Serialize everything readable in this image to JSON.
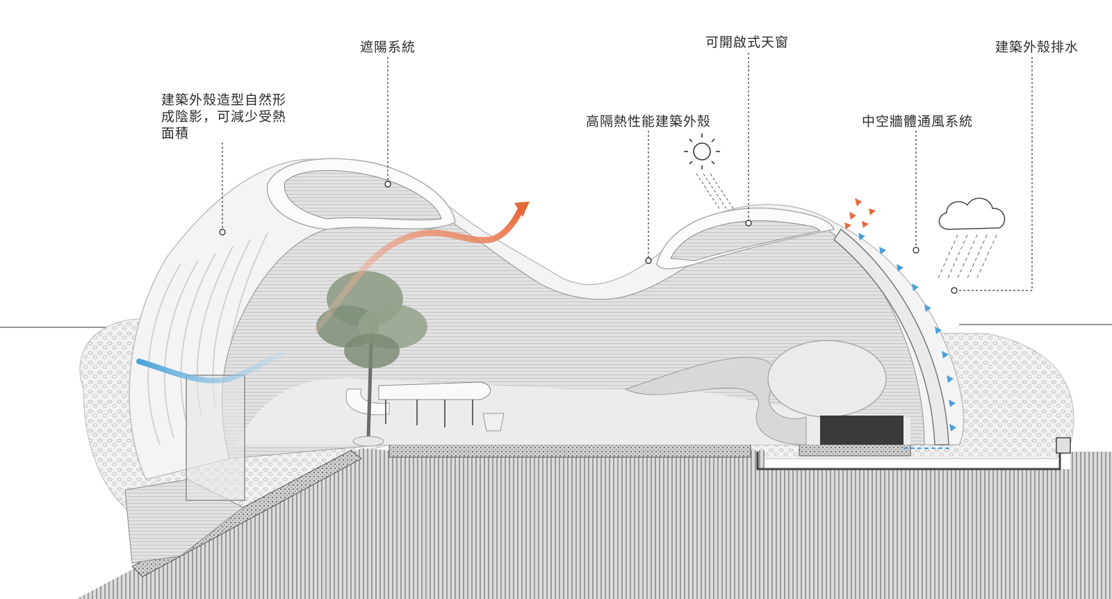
{
  "labels": {
    "shell_shading": [
      "建築外殼造型自然形",
      "成陰影，可減少受熱",
      "面積"
    ],
    "sunshade": "遮陽系統",
    "operable_skylight": "可開啟式天窗",
    "high_insulation_shell": "高隔熱性能建築外殼",
    "cavity_ventilation": "中空牆體通風系統",
    "shell_drainage": "建築外殼排水"
  },
  "colors": {
    "warm_air": "#e8683a",
    "cool_air": "#4aa0d8",
    "shell": "#f4f4f4",
    "interior": "#d9d9d9",
    "ground": "#8f8f8f",
    "leader": "#333333"
  },
  "icons": [
    "sun-icon",
    "rain-cloud-icon",
    "tree-icon"
  ]
}
